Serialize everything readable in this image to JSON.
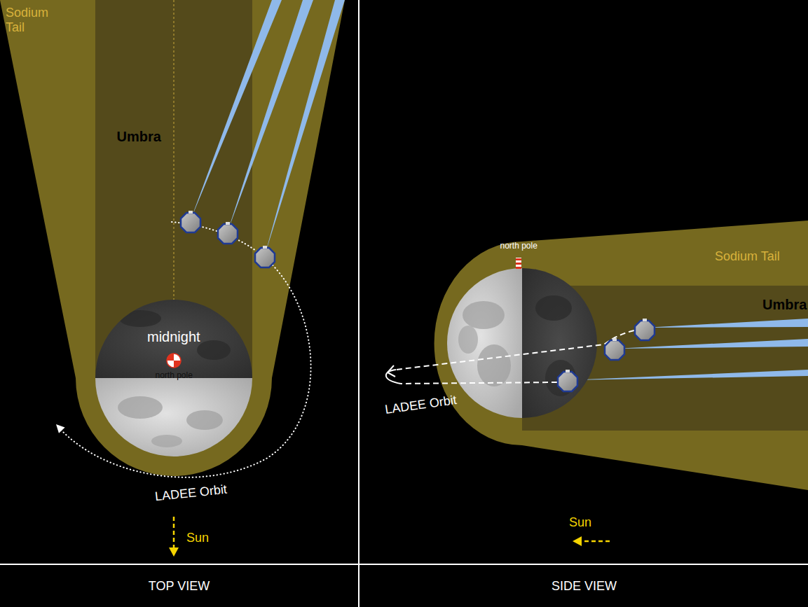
{
  "diagram": {
    "nodes": [
      {
        "text": [
          "TOP VIEW"
        ]
      },
      {
        "text": [
          "SIDE VIEW"
        ]
      }
    ],
    "labels": [
      "Sodium Tail",
      "Umbra",
      "midnight",
      "north pole",
      "LADEE Orbit",
      "Sun",
      "north pole",
      "Sodium Tail",
      "Umbra",
      "LADEE Orbit",
      "Sun"
    ]
  }
}
